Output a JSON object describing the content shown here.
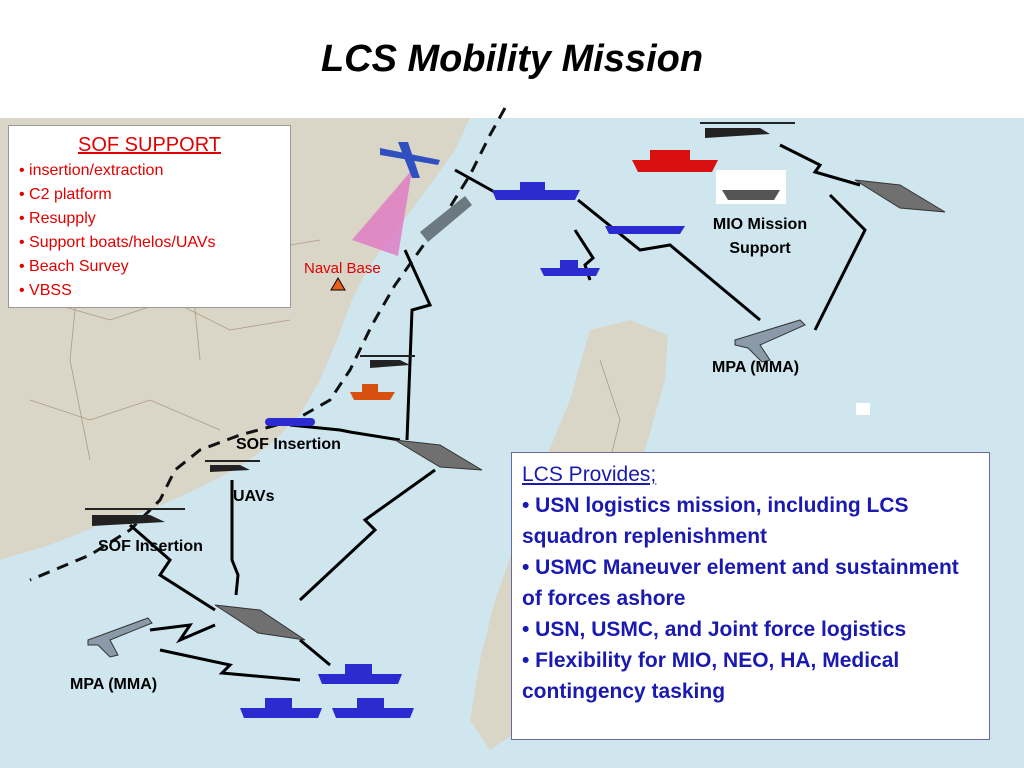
{
  "title": "LCS Mobility Mission",
  "sof_support": {
    "heading": "SOF SUPPORT",
    "items": [
      "• insertion/extraction",
      "• C2 platform",
      "• Resupply",
      "• Support boats/helos/UAVs",
      "• Beach Survey",
      "• VBSS"
    ]
  },
  "lcs_provides": {
    "heading": "LCS Provides;",
    "items": [
      "• USN logistics mission, including LCS squadron replenishment",
      "• USMC Maneuver element and sustainment of forces ashore",
      "• USN, USMC, and Joint force logistics",
      "• Flexibility for MIO, NEO, HA, Medical contingency tasking"
    ]
  },
  "labels": {
    "naval_base": "Naval Base",
    "mio_mission_support": "MIO Mission Support",
    "mpa_mma_top": "MPA (MMA)",
    "mpa_mma_bottom": "MPA (MMA)",
    "sof_insertion_top": "SOF Insertion",
    "sof_insertion_bottom": "SOF Insertion",
    "uavs": "UAVs"
  },
  "colors": {
    "sea": "#cfe6ef",
    "land": "#d9d6c8",
    "sof_text": "#e00000",
    "lcs_text": "#1a1ab0",
    "ship_blue": "#2b2bd0",
    "ship_red": "#d81010",
    "cone": "#e070c0"
  }
}
